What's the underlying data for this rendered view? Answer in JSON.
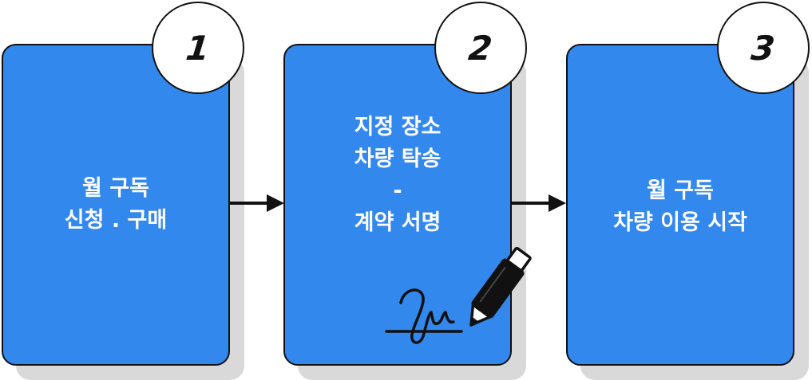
{
  "colors": {
    "card": "#3388ee",
    "outline": "#111111",
    "shadow": "#d9d9d9",
    "badge": "#ffffff"
  },
  "steps": [
    {
      "number": "1",
      "lines": [
        "월 구독",
        "신청 . 구매"
      ]
    },
    {
      "number": "2",
      "lines": [
        "지정 장소",
        "차량 탁송",
        "-",
        "계약 서명"
      ],
      "icon": "pen-signature-icon"
    },
    {
      "number": "3",
      "lines": [
        "월 구독",
        "차량 이용 시작"
      ]
    }
  ]
}
